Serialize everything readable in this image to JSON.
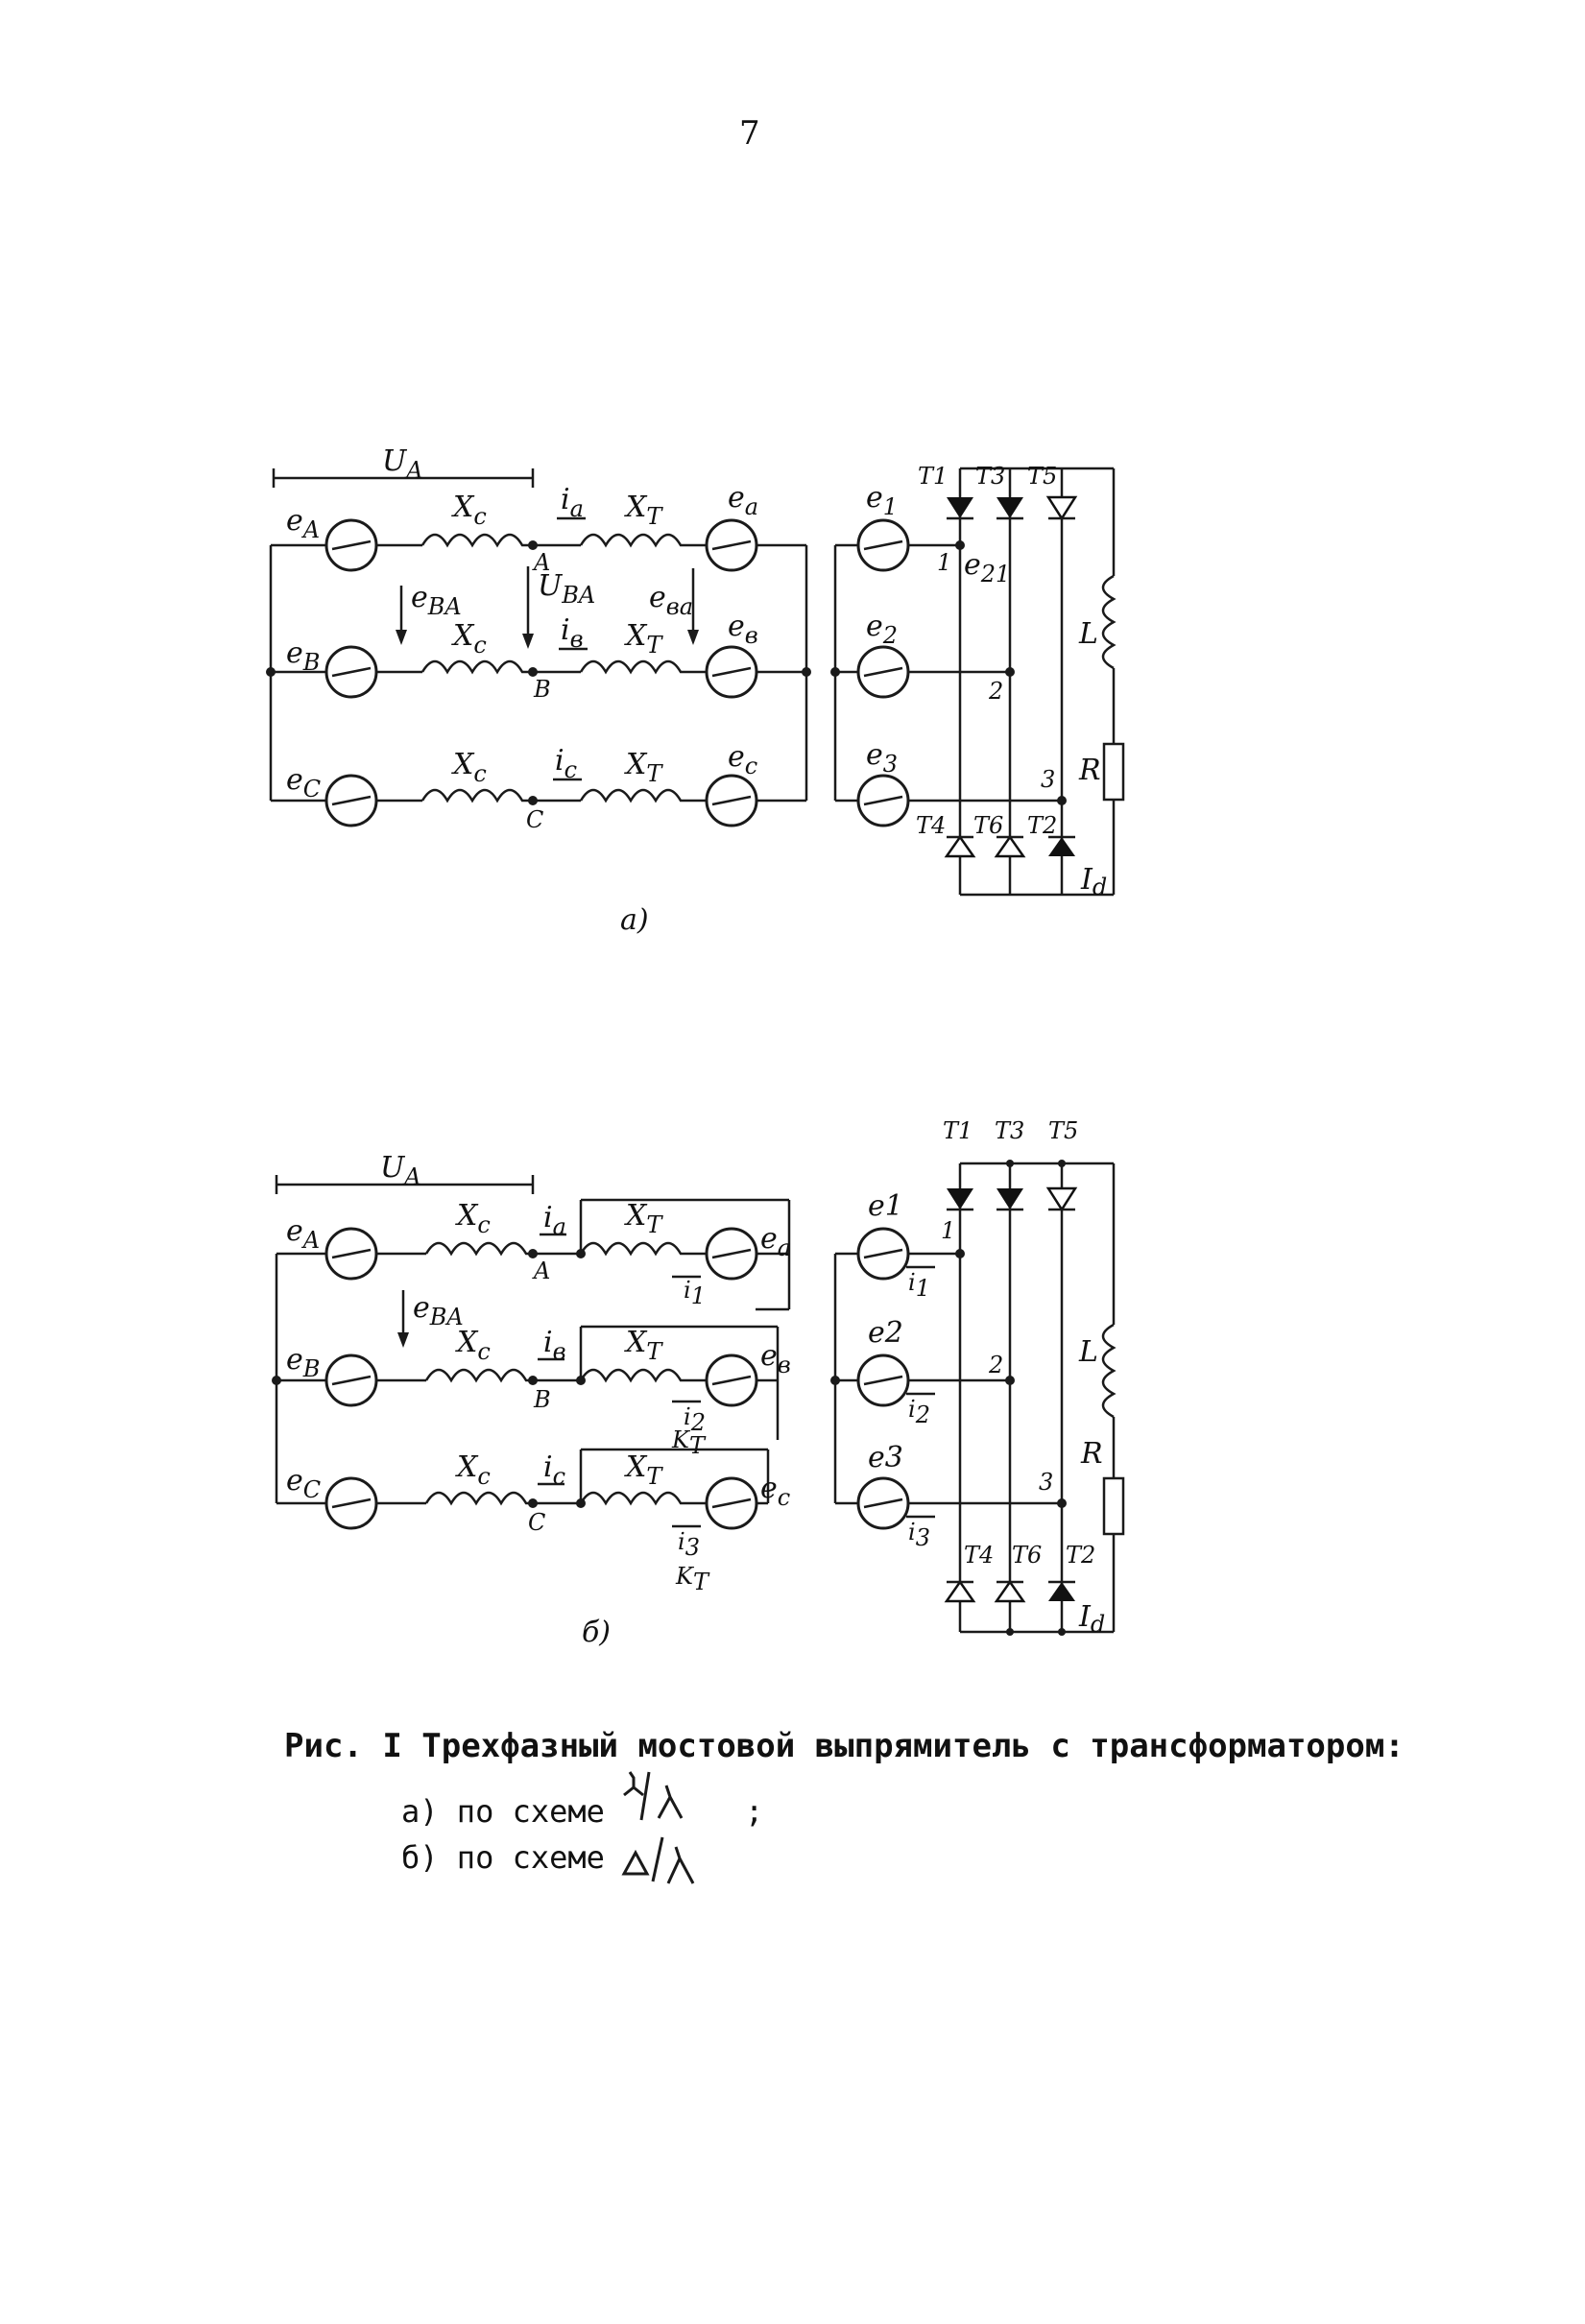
{
  "page_number": "7",
  "diagram_a": {
    "figure_label": "а)",
    "voltage_label": "U",
    "voltage_sub": "A",
    "primary_sources": [
      {
        "base": "e",
        "sub": "A"
      },
      {
        "base": "e",
        "sub": "B"
      },
      {
        "base": "e",
        "sub": "C"
      }
    ],
    "transformer_sources": [
      {
        "base": "e",
        "sub": "a"
      },
      {
        "base": "e",
        "sub": "в"
      },
      {
        "base": "e",
        "sub": "c"
      }
    ],
    "line_reactance": {
      "base": "X",
      "sub": "c"
    },
    "transformer_reactance": {
      "base": "X",
      "sub": "T"
    },
    "currents": [
      {
        "base": "i",
        "sub": "a"
      },
      {
        "base": "i",
        "sub": "в"
      },
      {
        "base": "i",
        "sub": "c"
      }
    ],
    "nodes": [
      "A",
      "B",
      "C"
    ],
    "emf_ba": {
      "base": "e",
      "sub": "BA"
    },
    "voltage_ba": {
      "base": "U",
      "sub": "BA"
    },
    "emf_ba_low": {
      "base": "e",
      "sub": "вa"
    },
    "secondary_sources": [
      {
        "base": "e",
        "sub": "1"
      },
      {
        "base": "e",
        "sub": "2"
      },
      {
        "base": "e",
        "sub": "3"
      }
    ],
    "emf_21": {
      "base": "e",
      "sub": "21"
    },
    "phase_nodes": [
      "1",
      "2",
      "3"
    ],
    "thyristors_top": [
      "T1",
      "T3",
      "T5"
    ],
    "thyristors_bottom": [
      "T4",
      "T6",
      "T2"
    ],
    "inductor": "L",
    "resistor": "R",
    "load_current": {
      "base": "I",
      "sub": "d"
    }
  },
  "diagram_b": {
    "figure_label": "б)",
    "voltage_label": "U",
    "voltage_sub": "A",
    "primary_sources": [
      {
        "base": "e",
        "sub": "A"
      },
      {
        "base": "e",
        "sub": "B"
      },
      {
        "base": "e",
        "sub": "C"
      }
    ],
    "transformer_sources": [
      {
        "base": "e",
        "sub": "a"
      },
      {
        "base": "e",
        "sub": "в"
      },
      {
        "base": "e",
        "sub": "c"
      }
    ],
    "line_reactances": [
      {
        "base": "X",
        "sub": "c"
      },
      {
        "base": "X",
        "sub": "c"
      },
      {
        "base": "X",
        "sub": "c"
      }
    ],
    "transformer_reactance": {
      "base": "X",
      "sub": "T"
    },
    "currents": [
      {
        "base": "i",
        "sub": "a"
      },
      {
        "base": "i",
        "sub": "в"
      },
      {
        "base": "i",
        "sub": "c"
      }
    ],
    "nodes": [
      "A",
      "B",
      "C"
    ],
    "emf_ba": {
      "base": "e",
      "sub": "BA"
    },
    "delta_currents": [
      {
        "base": "i",
        "sub": "1"
      },
      {
        "base": "i",
        "sub": "2"
      },
      {
        "base": "i",
        "sub": "3"
      }
    ],
    "delta_ratio_labels": [
      "K",
      "K"
    ],
    "delta_ratio_sub": "T",
    "secondary_sources": [
      "e1",
      "e2",
      "e3"
    ],
    "secondary_currents": [
      {
        "base": "i",
        "sub": "1"
      },
      {
        "base": "i",
        "sub": "2"
      },
      {
        "base": "i",
        "sub": "3"
      }
    ],
    "phase_nodes": [
      "1",
      "2",
      "3"
    ],
    "thyristors_top": [
      "T1",
      "T3",
      "T5"
    ],
    "thyristors_bottom": [
      "T4",
      "T6",
      "T2"
    ],
    "inductor": "L",
    "resistor": "R",
    "load_current": {
      "base": "I",
      "sub": "d"
    }
  },
  "caption": {
    "title": "Рис. I Трехфазный мостовой выпрямитель с трансформатором:",
    "line_a": "а) по схеме",
    "line_a_tail": ";",
    "line_b": "б) по схеме"
  }
}
